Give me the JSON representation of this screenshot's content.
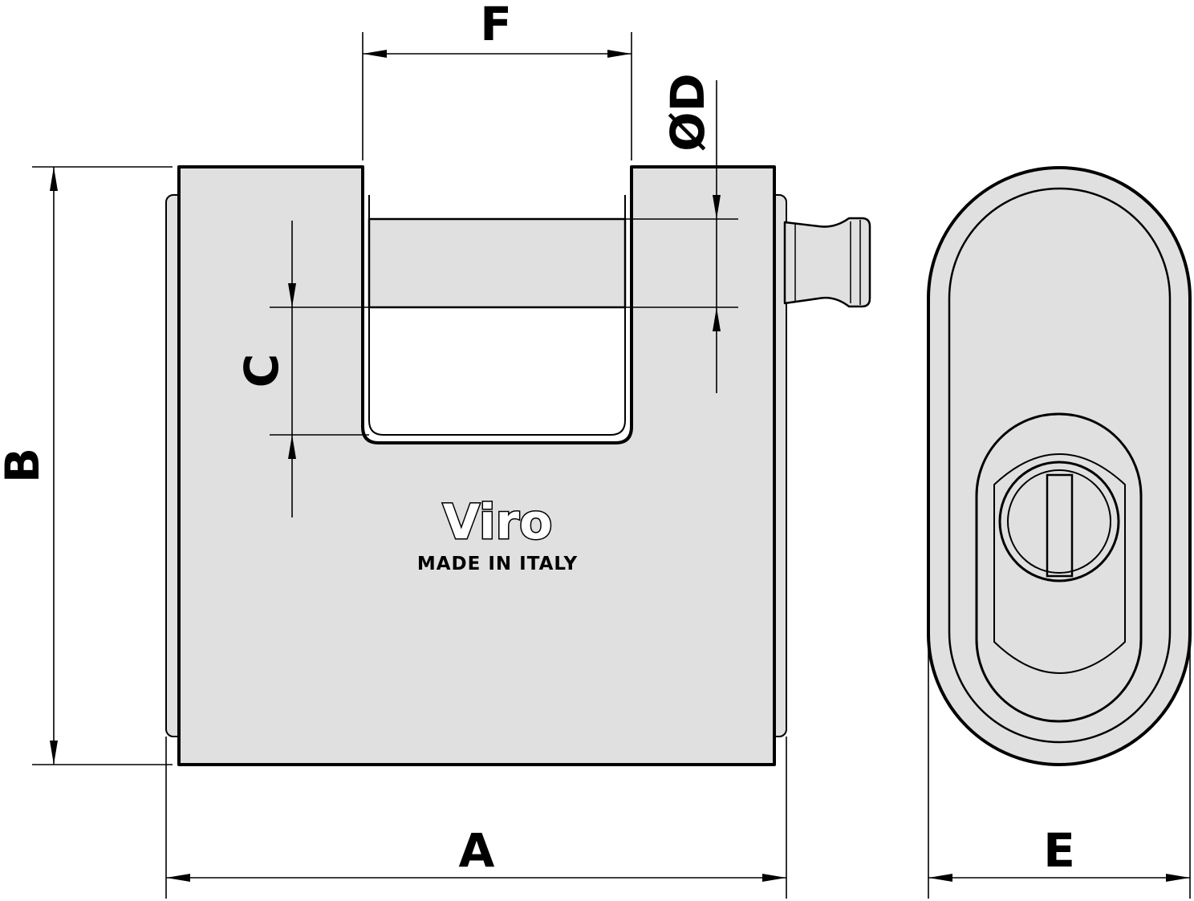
{
  "dimensions": {
    "a": "A",
    "b": "B",
    "c": "C",
    "d": "ØD",
    "e": "E",
    "f": "F"
  },
  "branding": {
    "brand": "Viro",
    "origin": "MADE IN ITALY"
  },
  "colors": {
    "body_fill": "#e0e0e0",
    "line": "#000000",
    "background": "#ffffff"
  }
}
